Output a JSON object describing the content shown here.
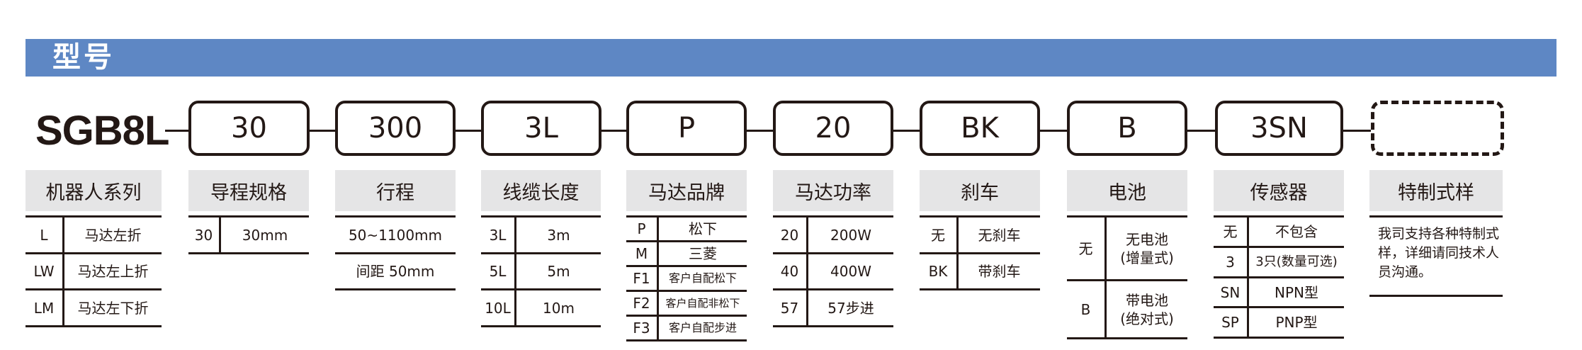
{
  "banner": {
    "title": "型号"
  },
  "model": {
    "prefix": "SGB8L"
  },
  "codes": [
    "30",
    "300",
    "3L",
    "P",
    "20",
    "BK",
    "B",
    "3SN",
    ""
  ],
  "columns": [
    {
      "header": "机器人系列",
      "rows": [
        {
          "key": "L",
          "value": "马达左折"
        },
        {
          "key": "LW",
          "value": "马达左上折"
        },
        {
          "key": "LM",
          "value": "马达左下折"
        }
      ]
    },
    {
      "header": "导程规格",
      "rows": [
        {
          "key": "30",
          "value": "30mm"
        }
      ]
    },
    {
      "header": "行程",
      "rows": [
        {
          "value": "50~1100mm"
        },
        {
          "value": "间距 50mm"
        }
      ]
    },
    {
      "header": "线缆长度",
      "rows": [
        {
          "key": "3L",
          "value": "3m"
        },
        {
          "key": "5L",
          "value": "5m"
        },
        {
          "key": "10L",
          "value": "10m"
        }
      ]
    },
    {
      "header": "马达品牌",
      "rows": [
        {
          "key": "P",
          "value": "松下"
        },
        {
          "key": "M",
          "value": "三菱"
        },
        {
          "key": "F1",
          "value": "客户自配松下"
        },
        {
          "key": "F2",
          "value": "客户自配非松下"
        },
        {
          "key": "F3",
          "value": "客户自配步进"
        }
      ]
    },
    {
      "header": "马达功率",
      "rows": [
        {
          "key": "20",
          "value": "200W"
        },
        {
          "key": "40",
          "value": "400W"
        },
        {
          "key": "57",
          "value": "57步进"
        }
      ]
    },
    {
      "header": "刹车",
      "rows": [
        {
          "key": "无",
          "value": "无刹车"
        },
        {
          "key": "BK",
          "value": "带刹车"
        }
      ]
    },
    {
      "header": "电池",
      "rows": [
        {
          "key": "无",
          "value": "无电池",
          "value2": "(增量式)"
        },
        {
          "key": "B",
          "value": "带电池",
          "value2": "(绝对式)"
        }
      ]
    },
    {
      "header": "传感器",
      "rows": [
        {
          "key": "无",
          "value": "不包含"
        },
        {
          "key": "3",
          "value": "3只(数量可选)"
        },
        {
          "key": "SN",
          "value": "NPN型"
        },
        {
          "key": "SP",
          "value": "PNP型"
        }
      ]
    },
    {
      "header": "特制式样",
      "text": "我司支持各种特制式样，详细请同技术人员沟通。"
    }
  ],
  "colors": {
    "banner": "#5e87c4",
    "header_bg": "#e5e5e6",
    "ink": "#231815"
  }
}
